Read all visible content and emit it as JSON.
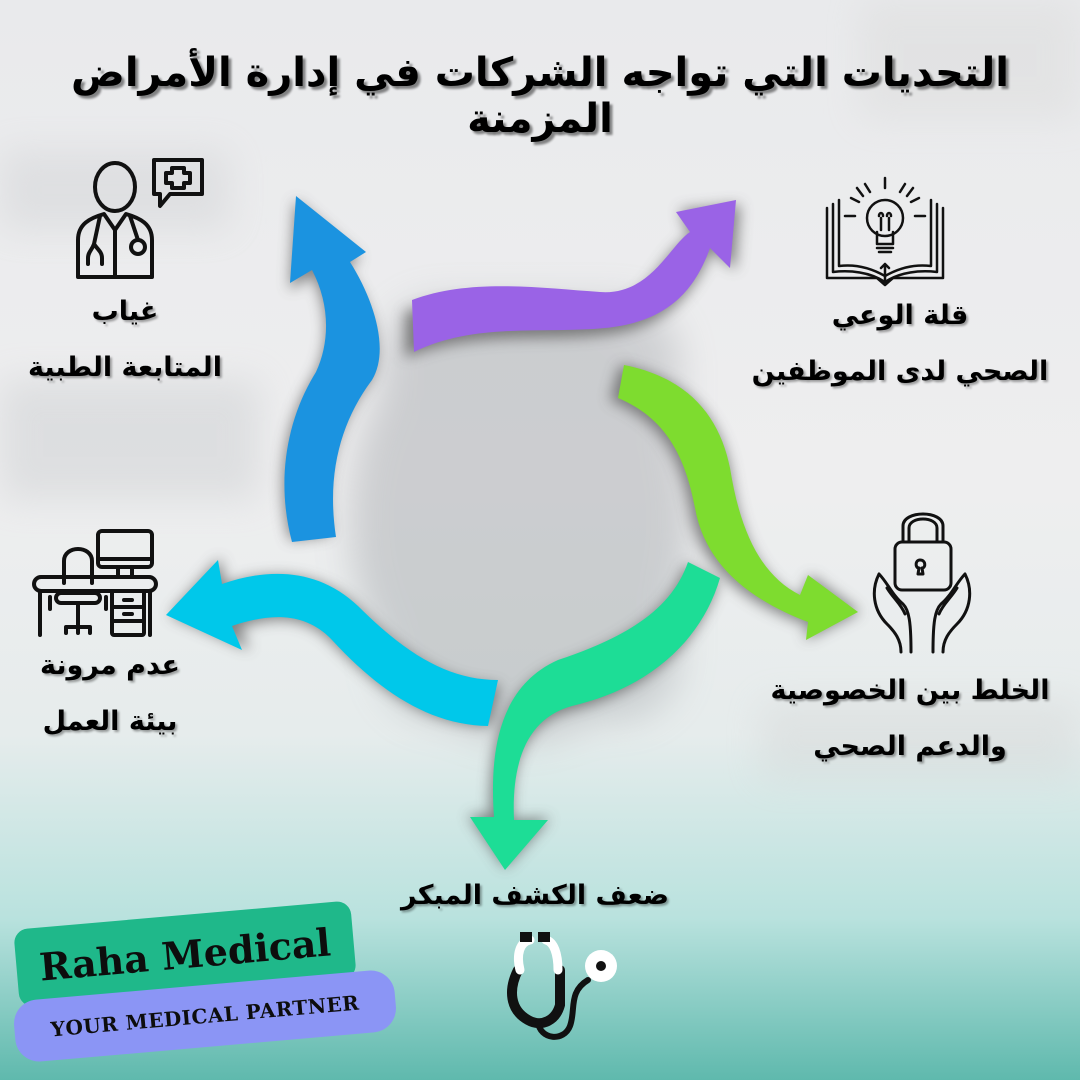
{
  "title": "التحديات التي تواجه الشركات في إدارة الأمراض المزمنة",
  "colors": {
    "purple": "#9a63e6",
    "green": "#7edc2f",
    "teal_green": "#1ddd96",
    "cyan": "#00c8ea",
    "blue": "#1b93e0",
    "brand_green": "#1fb88a",
    "brand_violet": "#8b95f5"
  },
  "challenges": [
    {
      "id": "awareness",
      "icon": "book-lightbulb-icon",
      "line1": "قلة الوعي",
      "line2": "الصحي لدى الموظفين"
    },
    {
      "id": "privacy",
      "icon": "hands-padlock-icon",
      "line1": "الخلط بين الخصوصية",
      "line2": "والدعم الصحي"
    },
    {
      "id": "detection",
      "icon": "stethoscope-icon",
      "line1": "ضعف الكشف المبكر",
      "line2": ""
    },
    {
      "id": "flexibility",
      "icon": "desk-workstation-icon",
      "line1": "عدم مرونة",
      "line2": "بيئة العمل"
    },
    {
      "id": "followup",
      "icon": "doctor-chat-icon",
      "line1": "غياب",
      "line2": "المتابعة الطبية"
    }
  ],
  "brand": {
    "name": "Raha Medical",
    "tagline": "YOUR MEDICAL PARTNER"
  }
}
